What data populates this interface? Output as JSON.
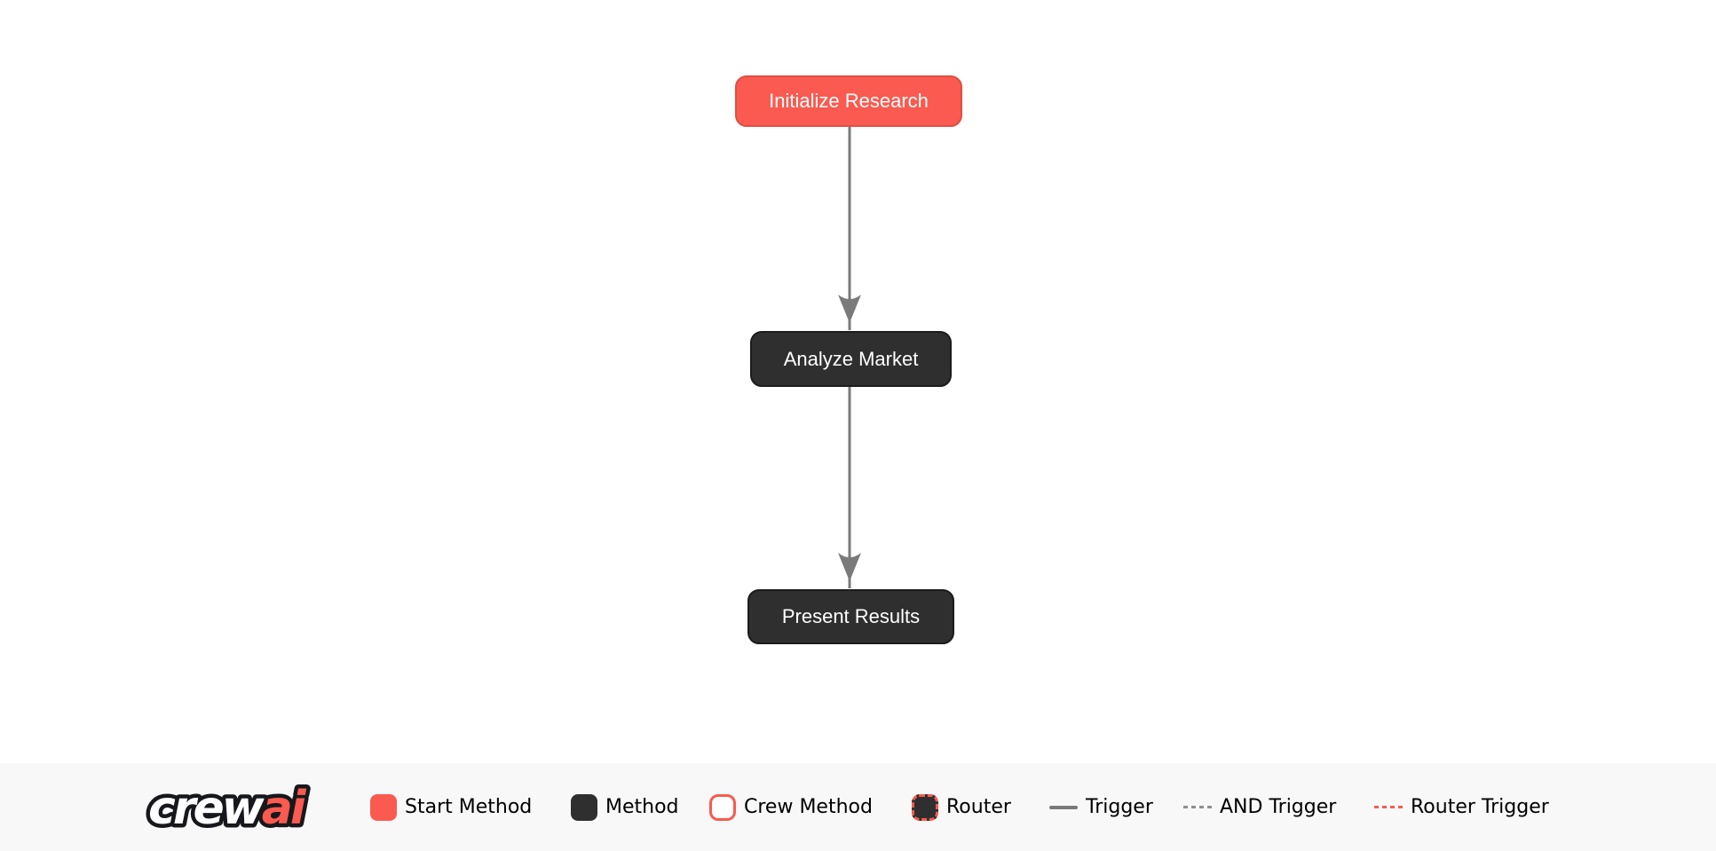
{
  "flow": {
    "nodes": [
      {
        "id": "initialize_research",
        "label": "Initialize Research",
        "type": "start-method"
      },
      {
        "id": "analyze_market",
        "label": "Analyze Market",
        "type": "method"
      },
      {
        "id": "present_results",
        "label": "Present Results",
        "type": "method"
      }
    ],
    "edges": [
      {
        "from": "initialize_research",
        "to": "analyze_market",
        "type": "trigger"
      },
      {
        "from": "analyze_market",
        "to": "present_results",
        "type": "trigger"
      }
    ]
  },
  "legend": {
    "logo": {
      "primary": "crew",
      "accent": "ai"
    },
    "items": [
      {
        "label": "Start Method",
        "swatch": "start-method"
      },
      {
        "label": "Method",
        "swatch": "method"
      },
      {
        "label": "Crew Method",
        "swatch": "crew-method"
      },
      {
        "label": "Router",
        "swatch": "router"
      },
      {
        "label": "Trigger",
        "swatch": "trigger-line"
      },
      {
        "label": "AND Trigger",
        "swatch": "and-trigger-line"
      },
      {
        "label": "Router Trigger",
        "swatch": "router-trigger-line"
      }
    ]
  },
  "colors": {
    "start_method_fill": "#FA5A50",
    "start_method_border": "#E04E44",
    "method_fill": "#2F2F2F",
    "method_border": "#1C1C1C",
    "node_text": "#FFFFFF",
    "trigger_line": "#7A7A7A",
    "and_trigger_line": "#8F8F8F",
    "router_trigger_line": "#FA5A50",
    "legend_text": "#000000",
    "legend_background": "#F8F8F9",
    "canvas_background": "#FFFFFF"
  }
}
